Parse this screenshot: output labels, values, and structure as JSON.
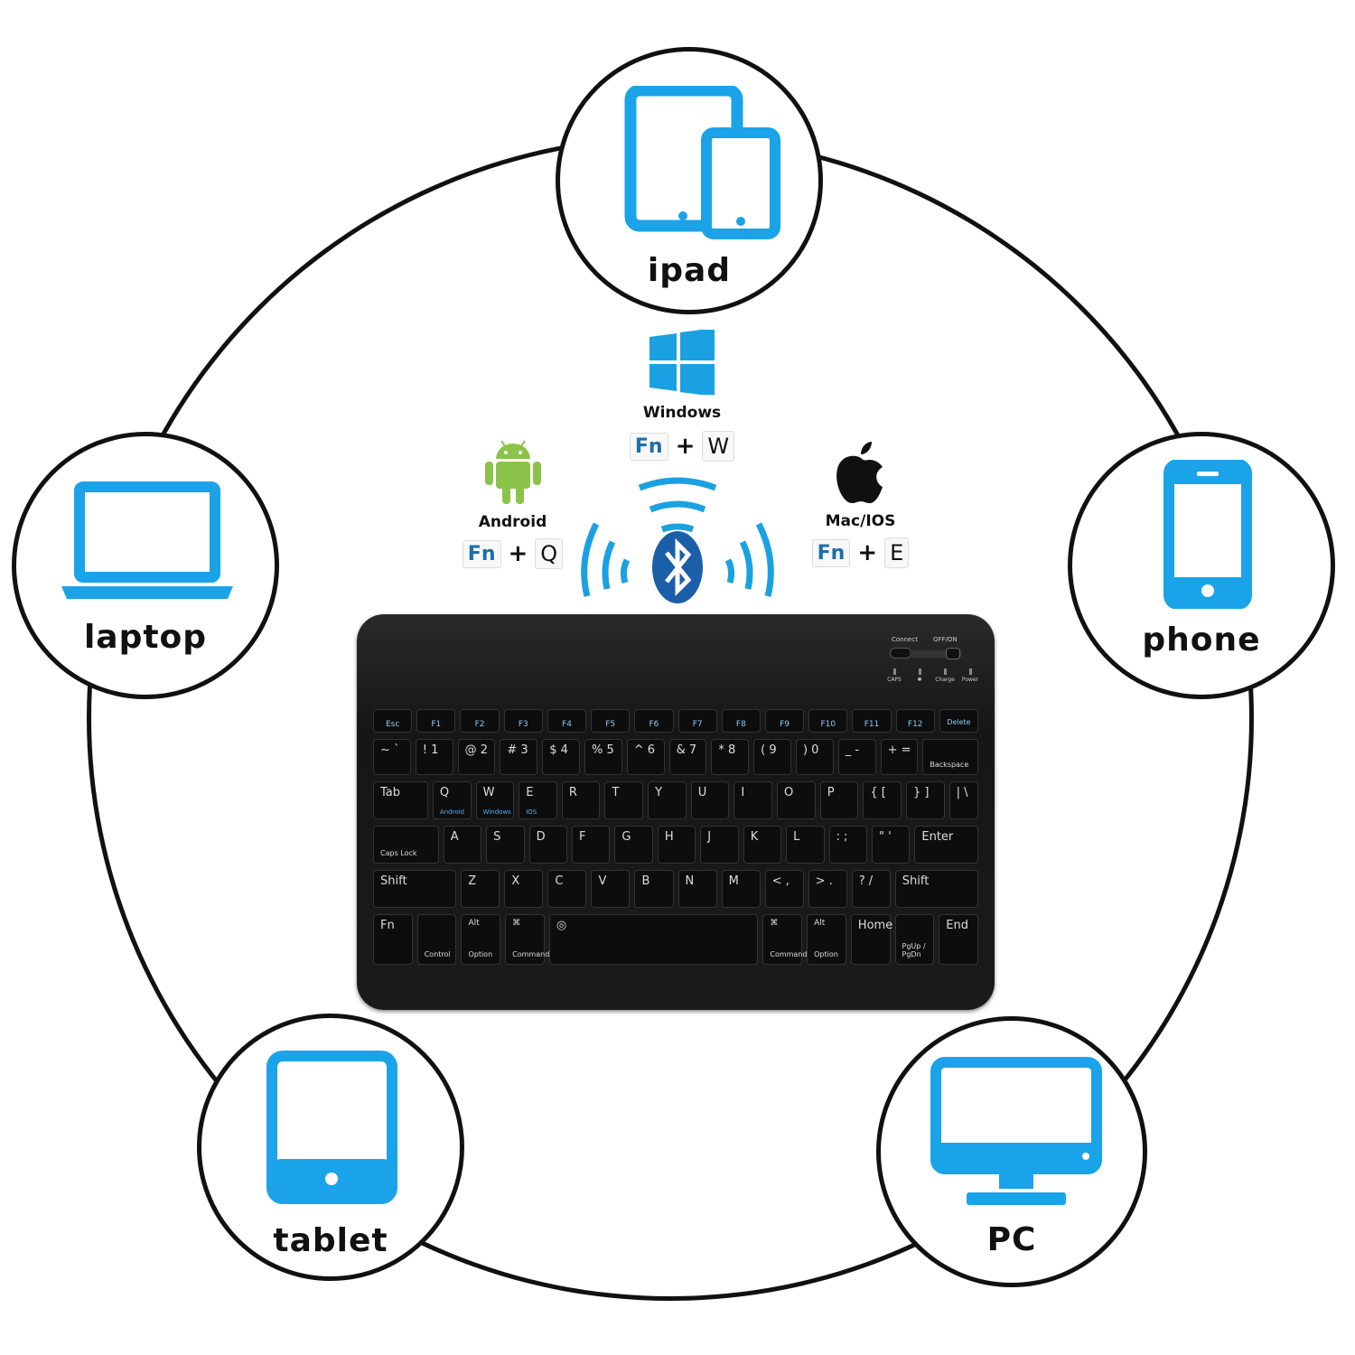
{
  "devices": {
    "ipad": "ipad",
    "laptop": "laptop",
    "phone": "phone",
    "tablet": "tablet",
    "pc": "PC"
  },
  "os": {
    "windows": {
      "name": "Windows",
      "fn": "Fn",
      "plus": "+",
      "key": "W"
    },
    "android": {
      "name": "Android",
      "fn": "Fn",
      "plus": "+",
      "key": "Q"
    },
    "mac": {
      "name": "Mac/IOS",
      "fn": "Fn",
      "plus": "+",
      "key": "E"
    }
  },
  "colors": {
    "device_blue": "#1aa3e8",
    "bluetooth": "#1a5fa8",
    "android": "#8bc34a",
    "windows": "#1ba1e2"
  },
  "keyboard": {
    "switch_labels": {
      "connect": "Connect",
      "power": "OFF/ON"
    },
    "indicators": [
      "CAPS",
      "✱",
      "Charge",
      "Power"
    ],
    "rows": [
      [
        {
          "m": "Esc"
        },
        {
          "m": "F1"
        },
        {
          "m": "F2"
        },
        {
          "m": "F3"
        },
        {
          "m": "F4"
        },
        {
          "m": "F5"
        },
        {
          "m": "F6"
        },
        {
          "m": "F7"
        },
        {
          "m": "F8"
        },
        {
          "m": "F9"
        },
        {
          "m": "F10"
        },
        {
          "m": "F11"
        },
        {
          "m": "F12"
        },
        {
          "m": "Delete"
        }
      ],
      [
        {
          "m": "~ `"
        },
        {
          "m": "! 1"
        },
        {
          "m": "@ 2"
        },
        {
          "m": "# 3"
        },
        {
          "m": "$ 4"
        },
        {
          "m": "% 5"
        },
        {
          "m": "^ 6"
        },
        {
          "m": "& 7"
        },
        {
          "m": "* 8"
        },
        {
          "m": "( 9"
        },
        {
          "m": ") 0"
        },
        {
          "m": "_ -"
        },
        {
          "m": "+ ="
        },
        {
          "m": "Backspace"
        }
      ],
      [
        {
          "m": "Tab"
        },
        {
          "m": "Q",
          "s": "Android"
        },
        {
          "m": "W",
          "s": "Windows"
        },
        {
          "m": "E",
          "s": "IOS"
        },
        {
          "m": "R"
        },
        {
          "m": "T"
        },
        {
          "m": "Y"
        },
        {
          "m": "U"
        },
        {
          "m": "I"
        },
        {
          "m": "O"
        },
        {
          "m": "P"
        },
        {
          "m": "{ ["
        },
        {
          "m": "} ]"
        },
        {
          "m": "| \\"
        }
      ],
      [
        {
          "m": "Caps Lock"
        },
        {
          "m": "A"
        },
        {
          "m": "S"
        },
        {
          "m": "D"
        },
        {
          "m": "F"
        },
        {
          "m": "G"
        },
        {
          "m": "H"
        },
        {
          "m": "J"
        },
        {
          "m": "K"
        },
        {
          "m": "L"
        },
        {
          "m": ": ;"
        },
        {
          "m": "\" '"
        },
        {
          "m": "Enter"
        }
      ],
      [
        {
          "m": "Shift"
        },
        {
          "m": "Z"
        },
        {
          "m": "X"
        },
        {
          "m": "C"
        },
        {
          "m": "V"
        },
        {
          "m": "B"
        },
        {
          "m": "N"
        },
        {
          "m": "M"
        },
        {
          "m": "< ,"
        },
        {
          "m": "> ."
        },
        {
          "m": "? /"
        },
        {
          "m": "Shift"
        }
      ],
      [
        {
          "m": "Fn"
        },
        {
          "m": "Control"
        },
        {
          "m": "Option",
          "s": "Alt"
        },
        {
          "m": "Command",
          "s": "⌘"
        },
        {
          "m": "◎"
        },
        {
          "m": "Command",
          "s": "⌘"
        },
        {
          "m": "Option",
          "s": "Alt"
        },
        {
          "m": "Home"
        },
        {
          "m": "PgUp / PgDn"
        },
        {
          "m": "End"
        }
      ]
    ]
  }
}
